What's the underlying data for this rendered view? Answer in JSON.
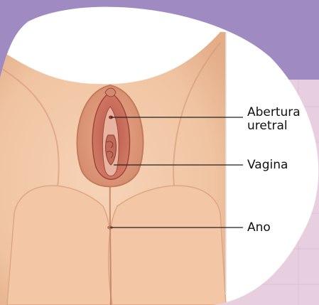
{
  "labels": {
    "urethral_opening_line1": "Abertura",
    "urethral_opening_line2": "uretral",
    "vagina": "Vagina",
    "anus": "Ano"
  },
  "colors": {
    "header_band": "#a08ac2",
    "pink_background": "#e8cfe0",
    "pink_stripe": "#d9b7cf",
    "disc_white": "#ffffff",
    "skin": "#f2c9a8",
    "skin_shadow": "#d9a080",
    "mucosa": "#c87060",
    "mucosa_dark": "#8e3a30",
    "leader_line": "#222222"
  }
}
